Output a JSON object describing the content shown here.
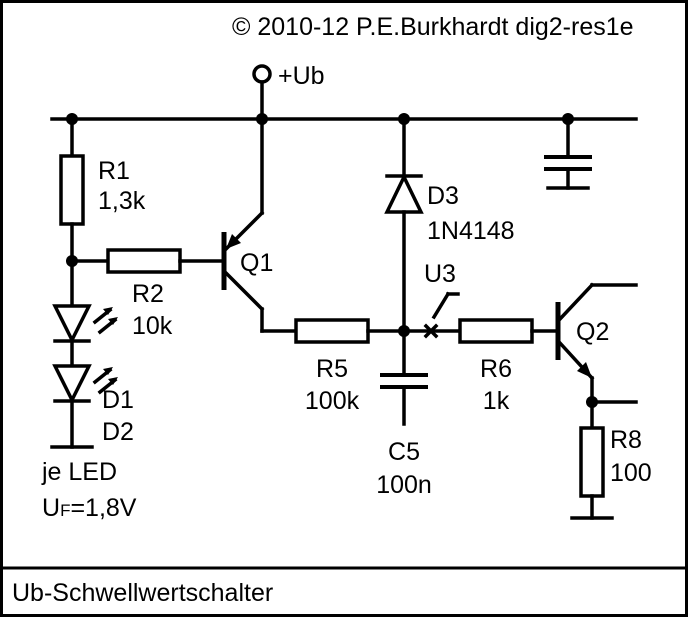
{
  "copyright": "© 2010-12 P.E.Burkhardt dig2-res1e",
  "footer_title": "Ub-Schwellwertschalter",
  "supply_label": "+Ub",
  "r1": {
    "name": "R1",
    "value": "1,3k"
  },
  "r2": {
    "name": "R2",
    "value": "10k"
  },
  "r5": {
    "name": "R5",
    "value": "100k"
  },
  "r6": {
    "name": "R6",
    "value": "1k"
  },
  "r8": {
    "name": "R8",
    "value": "100"
  },
  "c5": {
    "name": "C5",
    "value": "100n"
  },
  "d3": {
    "name": "D3",
    "value": "1N4148"
  },
  "q1": {
    "name": "Q1"
  },
  "q2": {
    "name": "Q2"
  },
  "u3": {
    "name": "U3"
  },
  "leds": {
    "name1": "D1",
    "name2": "D2",
    "note": "je LED",
    "uf_main": "U",
    "uf_sub": "F",
    "uf_value": "=1,8V"
  }
}
